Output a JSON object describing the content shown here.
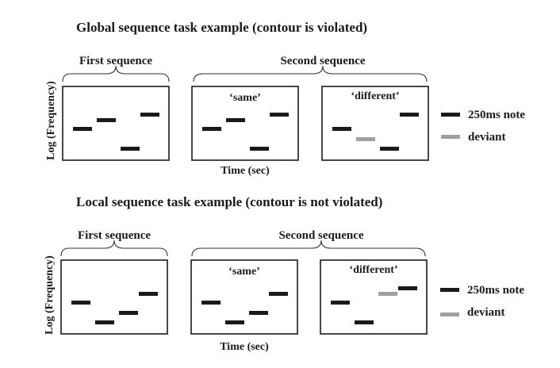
{
  "colors": {
    "note": "#1a1a1a",
    "deviant": "#a0a0a0"
  },
  "legend": {
    "note_label": "250ms note",
    "deviant_label": "deviant"
  },
  "panels": [
    {
      "title": "Global sequence task example (contour is violated)",
      "first_label": "First sequence",
      "second_label": "Second sequence",
      "ylabel": "Log (Frequency)",
      "xlabel": "Time (sec)",
      "same_label": "‘same’",
      "different_label": "‘different’",
      "pitches": {
        "first": [
          3,
          4,
          1,
          5
        ],
        "same": [
          3,
          4,
          1,
          5
        ],
        "different": [
          3,
          2,
          1,
          5
        ]
      },
      "deviant_index": 1
    },
    {
      "title": "Local sequence task example (contour is not violated)",
      "first_label": "First sequence",
      "second_label": "Second sequence",
      "ylabel": "Log (Frequency)",
      "xlabel": "Time (sec)",
      "same_label": "‘same’",
      "different_label": "‘different’",
      "pitches": {
        "first": [
          3,
          1,
          2,
          4
        ],
        "same": [
          3,
          1,
          2,
          4
        ],
        "different": [
          3,
          1,
          4,
          5
        ]
      },
      "deviant_index": 2
    }
  ]
}
